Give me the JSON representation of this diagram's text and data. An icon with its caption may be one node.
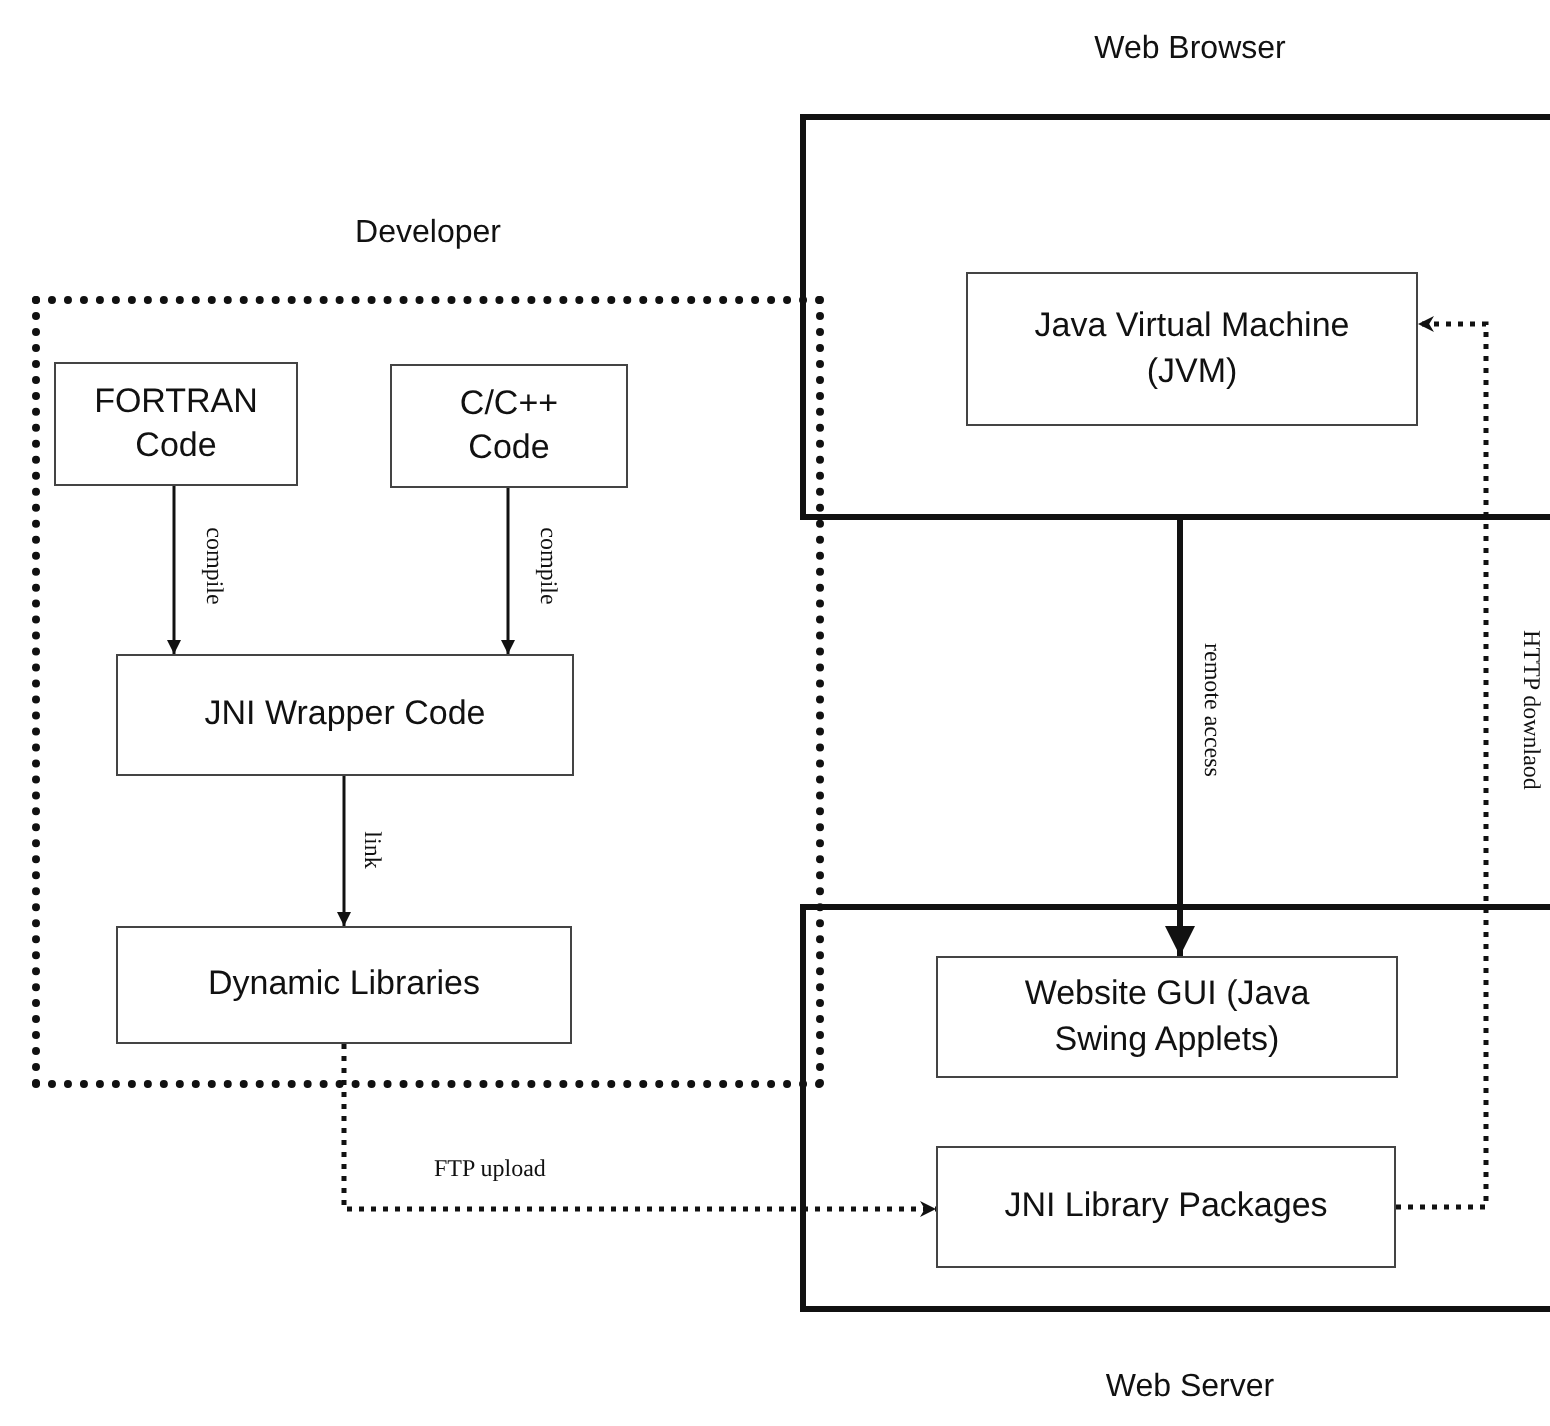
{
  "diagram": {
    "nodes": [
      {
        "text": [
          "Developer"
        ]
      },
      {
        "text": [
          "FORTRAN Code"
        ],
        "in": 0
      },
      {
        "text": [
          "C/C++ Code"
        ],
        "in": 0
      },
      {
        "text": [
          "JNI Wrapper Code"
        ],
        "in": 0
      },
      {
        "text": [
          "Dynamic Libraries"
        ],
        "in": 0
      },
      {
        "text": [
          "Web Browser"
        ]
      },
      {
        "text": [
          "Java Virtual Machine (JVM)"
        ],
        "in": 5
      },
      {
        "text": [
          "Web Server"
        ]
      },
      {
        "text": [
          "Website GUI (Java Swing Applets)"
        ],
        "in": 7
      },
      {
        "text": [
          "JNI Library Packages"
        ],
        "in": 7
      }
    ],
    "edges": [
      {
        "from": 1,
        "to": 3,
        "arrow": "to",
        "label": "compile"
      },
      {
        "from": 2,
        "to": 3,
        "arrow": "to",
        "label": "compile"
      },
      {
        "from": 3,
        "to": 4,
        "arrow": "to",
        "label": "link"
      },
      {
        "from": 4,
        "to": 9,
        "arrow": "to",
        "label": "FTP upload",
        "style": "dashed"
      },
      {
        "from": 5,
        "to": 8,
        "arrow": "to",
        "label": "remote access",
        "style": "thick"
      },
      {
        "from": 9,
        "to": 6,
        "arrow": "to",
        "label": "HTTP downlaod",
        "style": "dashed"
      }
    ]
  }
}
